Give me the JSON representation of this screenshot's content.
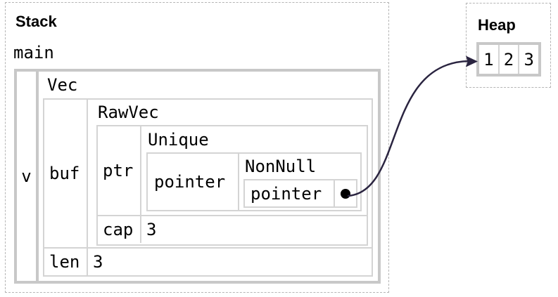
{
  "colors": {
    "arrow": "#2a2440",
    "border_thick": "#c8c8c8",
    "border_thin": "#d4d4d4",
    "dashed_border": "#b5b5b5",
    "text": "#000000",
    "background": "#ffffff"
  },
  "stack": {
    "title": "Stack",
    "frame_name": "main",
    "variable": "v",
    "vec": {
      "label": "Vec",
      "buf_field": "buf",
      "len_field": "len",
      "len_value": "3",
      "rawvec": {
        "label": "RawVec",
        "ptr_field": "ptr",
        "cap_field": "cap",
        "cap_value": "3",
        "unique": {
          "label": "Unique",
          "pointer_field": "pointer",
          "nonnull": {
            "label": "NonNull",
            "pointer_field": "pointer"
          }
        }
      }
    }
  },
  "heap": {
    "title": "Heap",
    "cells": [
      "1",
      "2",
      "3"
    ]
  }
}
